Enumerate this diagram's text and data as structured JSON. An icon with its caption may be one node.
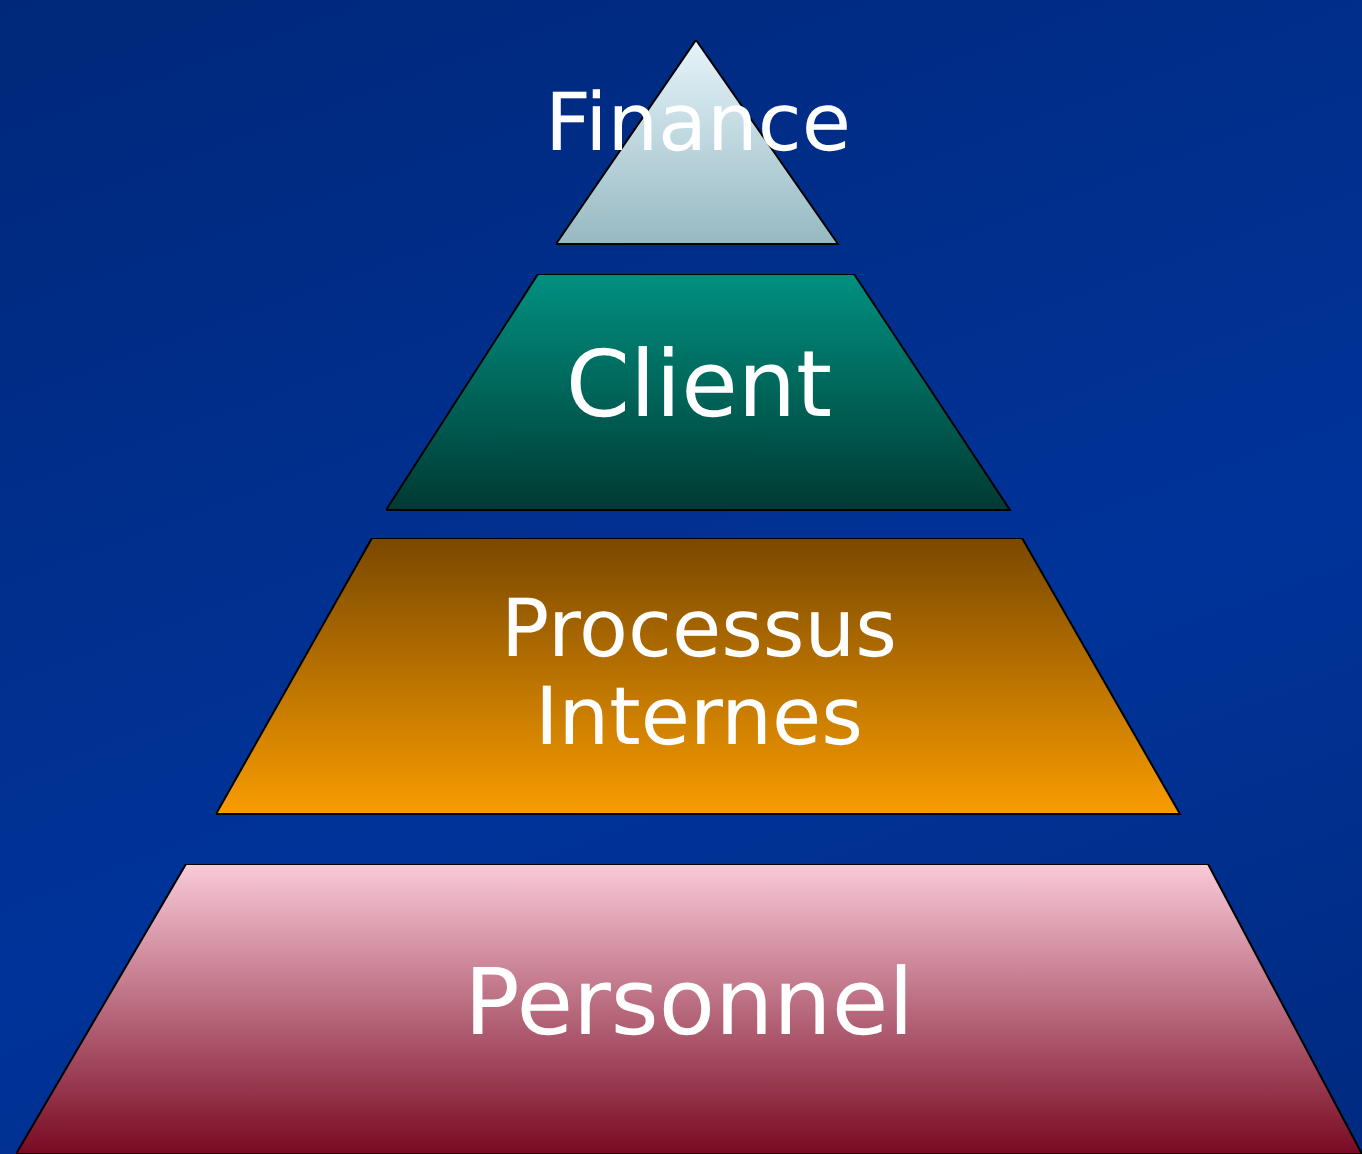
{
  "diagram": {
    "nodes": [
      {
        "text": [
          "Finance"
        ]
      },
      {
        "text": [
          "Client"
        ]
      },
      {
        "text": [
          "Processus Internes"
        ]
      },
      {
        "text": [
          "Personnel"
        ]
      }
    ]
  }
}
